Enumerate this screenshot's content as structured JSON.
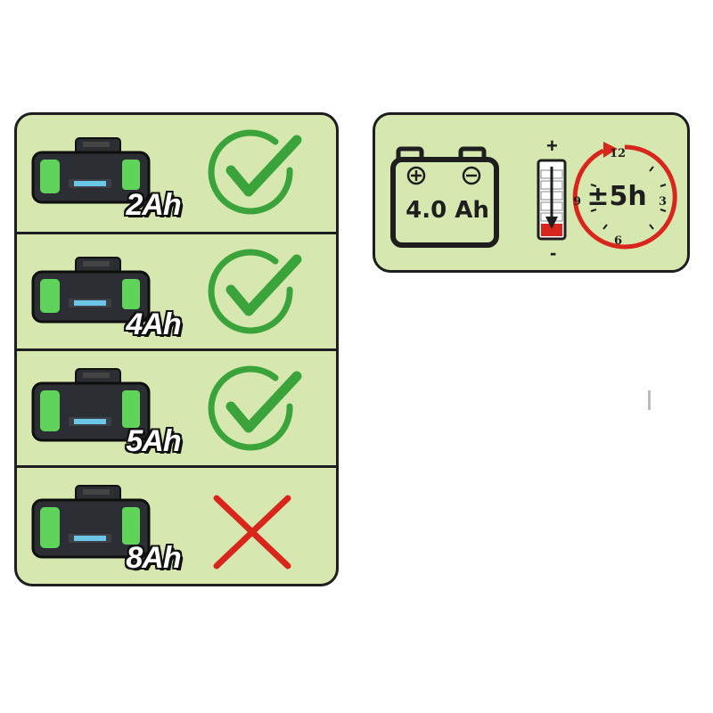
{
  "compatibility": {
    "batteries": [
      {
        "capacity": "2Ah",
        "compatible": true
      },
      {
        "capacity": "4Ah",
        "compatible": true
      },
      {
        "capacity": "5Ah",
        "compatible": true
      },
      {
        "capacity": "8Ah",
        "compatible": false
      }
    ],
    "colors": {
      "ok": "#3aa33a",
      "bad": "#d9261c",
      "accent": "#5fd35a"
    }
  },
  "info": {
    "capacity_label": "4.0 Ah",
    "runtime_label": "±5h",
    "clock": {
      "n12": "12",
      "n3": "3",
      "n6": "6",
      "n9": "9"
    },
    "charge_plus": "+",
    "charge_minus": "-"
  }
}
